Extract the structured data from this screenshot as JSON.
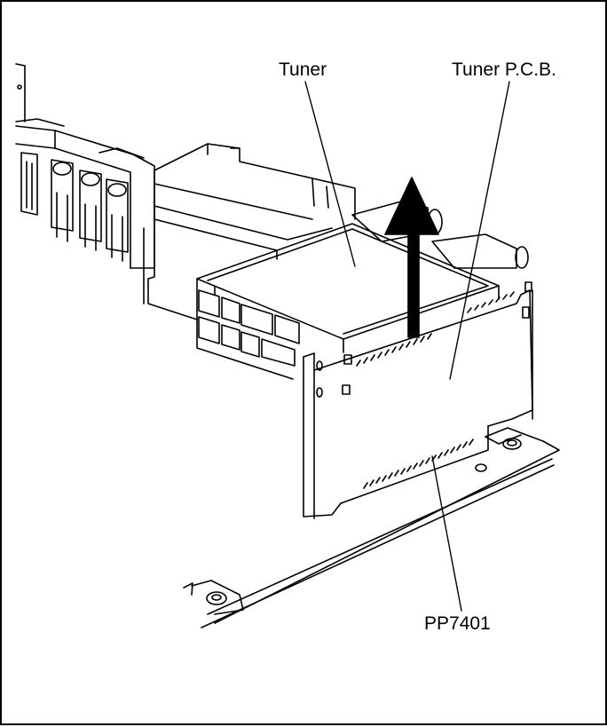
{
  "labels": {
    "tuner": "Tuner",
    "tuner_pcb": "Tuner P.C.B.",
    "connector": "PP7401"
  }
}
